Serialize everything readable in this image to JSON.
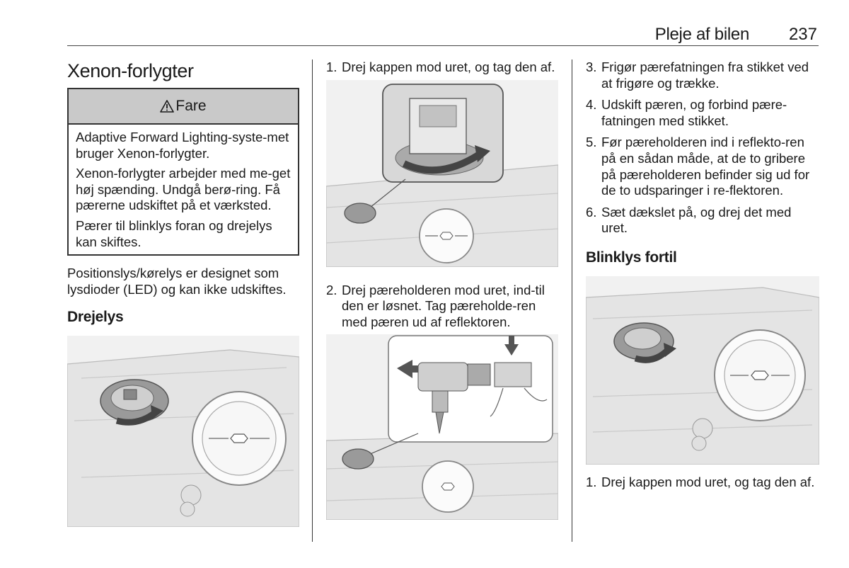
{
  "header": {
    "section": "Pleje af bilen",
    "page": "237"
  },
  "col1": {
    "title": "Xenon-forlygter",
    "warning": {
      "label": "Fare",
      "p1": "Adaptive Forward Lighting-syste-met bruger Xenon-forlygter.",
      "p2": "Xenon-forlygter arbejder med me-get høj spænding. Undgå berø-ring. Få pærerne udskiftet på et værksted.",
      "p3": "Pærer til blinklys foran og drejelys kan skiftes."
    },
    "para": "Positionslys/kørelys er designet som lysdioder (LED) og kan ikke udskiftes.",
    "subheading": "Drejelys"
  },
  "col2": {
    "step1": {
      "num": "1.",
      "text": "Drej kappen mod uret, og tag den af."
    },
    "step2": {
      "num": "2.",
      "text": "Drej pæreholderen mod uret, ind-til den er løsnet. Tag pæreholde-ren med pæren ud af reflektoren."
    }
  },
  "col3": {
    "step3": {
      "num": "3.",
      "text": "Frigør pærefatningen fra stikket ved at frigøre og trække."
    },
    "step4": {
      "num": "4.",
      "text": "Udskift pæren, og forbind pære-fatningen med stikket."
    },
    "step5": {
      "num": "5.",
      "text": "Før pæreholderen ind i reflekto-ren på en sådan måde, at de to gribere på pæreholderen befinder sig ud for de to udsparinger i re-flektoren."
    },
    "step6": {
      "num": "6.",
      "text": "Sæt dækslet på, og drej det med uret."
    },
    "subheading": "Blinklys fortil",
    "step1": {
      "num": "1.",
      "text": "Drej kappen mod uret, og tag den af."
    }
  },
  "colors": {
    "figure_bg": "#f1f1f1",
    "warning_header": "#c9c9c9",
    "arrow": "#444444",
    "rule": "#333333"
  }
}
